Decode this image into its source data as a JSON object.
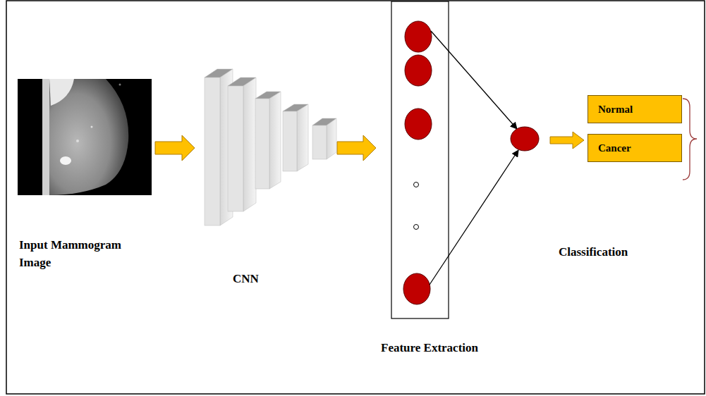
{
  "diagram": {
    "nodes": [
      {
        "text": [
          "Normal"
        ]
      },
      {
        "text": [
          "Cancer"
        ]
      }
    ],
    "labels": [
      "Input Mammogram Image",
      "CNN",
      "Feature Extraction",
      "Classification"
    ]
  }
}
